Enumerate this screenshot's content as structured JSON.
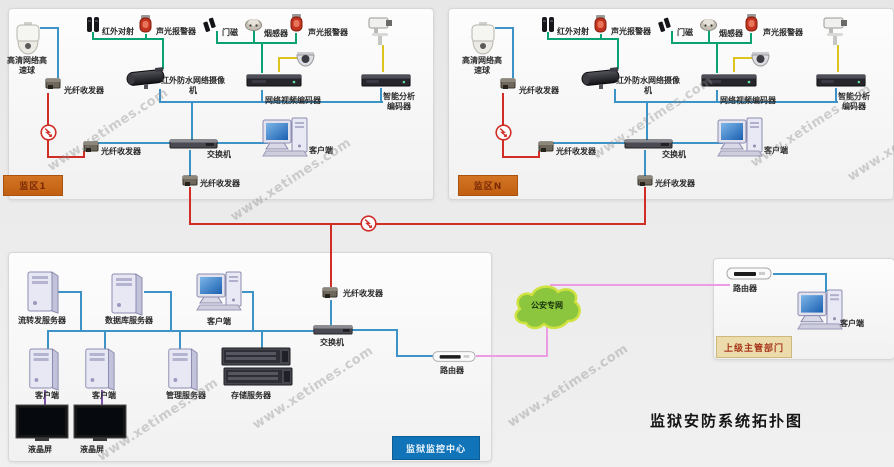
{
  "title": "监狱安防系统拓扑图",
  "watermark": "www.xetimes.com",
  "colors": {
    "line_teal": "#3e93c6",
    "line_green": "#0aa173",
    "line_red": "#cf2d26",
    "line_yellow": "#dcc31e",
    "line_pink": "#eb9ce2",
    "line_purple": "#7d55a4",
    "zone_tag_bg": "#c96a1c",
    "center_tag_bg": "#1173b8",
    "dept_tag_bg": "#ecdcab",
    "cloud_green": "#8cc63e"
  },
  "zones": [
    {
      "tag": "监区1",
      "speed_dome": "高清网络高速球",
      "fiber_a": "光纤收发器",
      "ir_beam": "红外对射",
      "alarm_a": "声光报警器",
      "door_sensor": "门磁",
      "smoke_sensor": "烟感器",
      "alarm_b": "声光报警器",
      "ir_camera": "红外防水网络摄像机",
      "video_encoder": "网络视频编码器",
      "smart_encoder": "智能分析编码器",
      "client": "客户端",
      "fiber_b": "光纤收发器",
      "switch": "交换机",
      "fiber_c": "光纤收发器"
    },
    {
      "tag": "监区N",
      "speed_dome": "高清网络高速球",
      "fiber_a": "光纤收发器",
      "ir_beam": "红外对射",
      "alarm_a": "声光报警器",
      "door_sensor": "门磁",
      "smoke_sensor": "烟感器",
      "alarm_b": "声光报警器",
      "ir_camera": "红外防水网络摄像机",
      "video_encoder": "网络视频编码器",
      "smart_encoder": "智能分析编码器",
      "client": "客户端",
      "fiber_b": "光纤收发器",
      "switch": "交换机",
      "fiber_c": "光纤收发器"
    }
  ],
  "center": {
    "tag": "监狱监控中心",
    "stream_server": "流转发服务器",
    "db_server": "数据库服务器",
    "client_top": "客户端",
    "client_1": "客户端",
    "client_2": "客户端",
    "mgmt_server": "管理服务器",
    "storage_server": "存储服务器",
    "lcd_1": "液晶屏",
    "lcd_2": "液晶屏",
    "fiber": "光纤收发器",
    "switch": "交换机",
    "router": "路由器"
  },
  "cloud": {
    "label": "公安专网"
  },
  "dept": {
    "tag": "上级主管部门",
    "router": "路由器",
    "client": "客户端"
  }
}
